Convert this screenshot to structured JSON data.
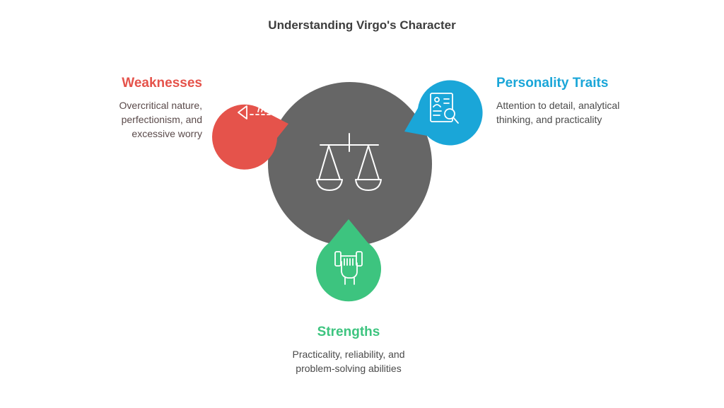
{
  "title": "Understanding Virgo's Character",
  "colors": {
    "center": "#666666",
    "weaknesses": "#e5534b",
    "personality_traits": "#1aa6d8",
    "strengths": "#3dc47f"
  },
  "nodes": [
    {
      "id": "weaknesses",
      "heading": "Weaknesses",
      "text": "Overcritical nature, perfectionism, and excessive worry",
      "icon": "rain-cloud-icon"
    },
    {
      "id": "personality_traits",
      "heading": "Personality Traits",
      "text": "Attention to detail, analytical thinking, and practicality",
      "icon": "profile-search-icon"
    },
    {
      "id": "strengths",
      "heading": "Strengths",
      "text": "Practicality, reliability, and problem-solving abilities",
      "icon": "dumbbell-hand-icon"
    }
  ],
  "center_icon": "balance-scale-icon"
}
